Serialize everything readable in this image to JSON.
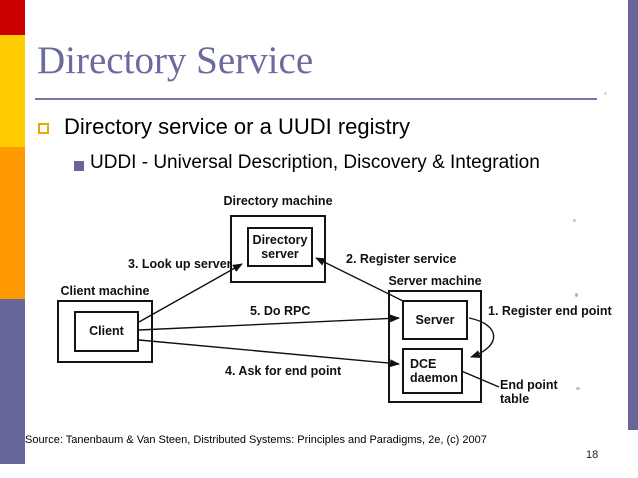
{
  "slide": {
    "title": "Directory Service",
    "bullets": [
      {
        "level": 1,
        "text": "Directory service or a UUDI registry"
      },
      {
        "level": 2,
        "text": "UDDI - Universal Description, Discovery & Integration"
      }
    ],
    "source": "Source: Tanenbaum & Van Steen, Distributed Systems: Principles and Paradigms, 2e, (c) 2007",
    "page_number": "18"
  },
  "diagram": {
    "directory_machine": "Directory machine",
    "directory_server": "Directory server",
    "client_machine": "Client machine",
    "client": "Client",
    "server_machine": "Server machine",
    "server": "Server",
    "dce_daemon": "DCE daemon",
    "steps": {
      "s1": "1. Register end point",
      "s2": "2. Register service",
      "s3": "3. Look up server",
      "s4": "4. Ask for end point",
      "s5": "5. Do RPC"
    },
    "endpoint_table": "End point table"
  },
  "colors": {
    "title_color": "#6b6b9e",
    "rule_color": "#7878ac",
    "bar_yellow": "#ffcc00",
    "bar_orange": "#ff9900",
    "bar_purple": "#666699",
    "bar_red": "#cc0000",
    "bullet1_outline": "#e8a900",
    "bullet2_fill": "#666699",
    "text_color": "#000000"
  }
}
